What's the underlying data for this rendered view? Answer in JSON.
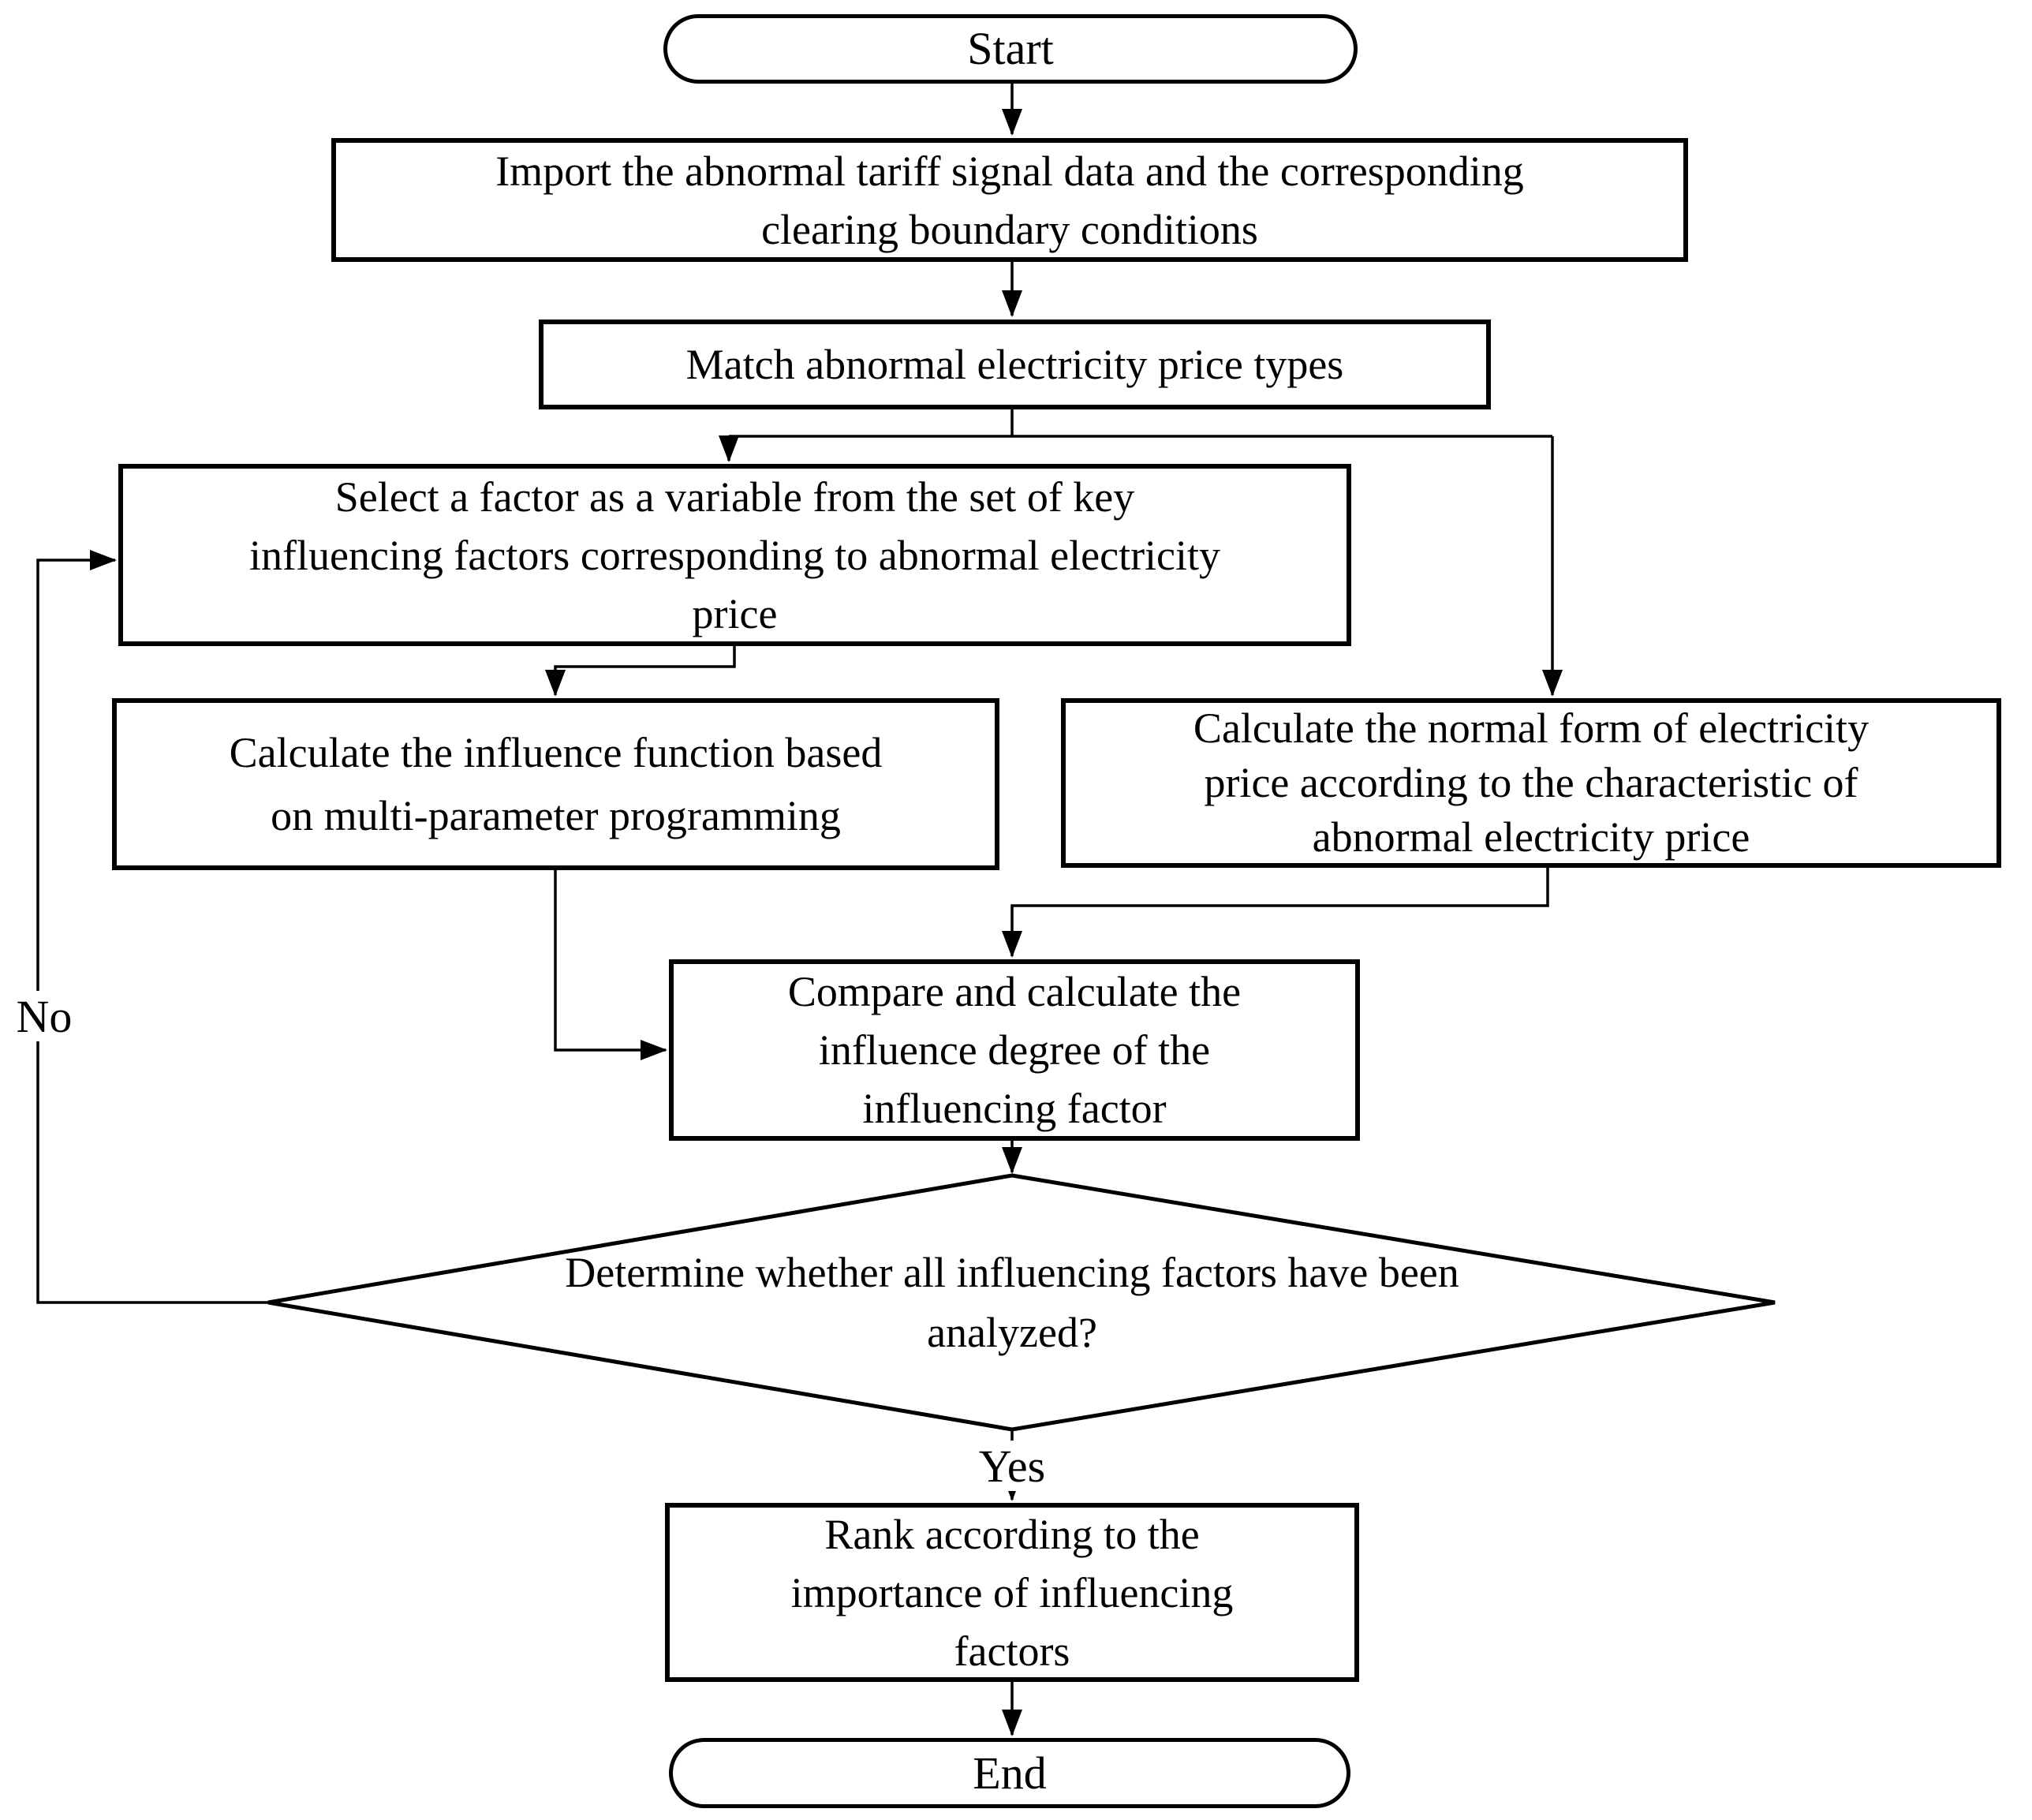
{
  "page": {
    "background": "#ffffff",
    "ink": "#000000"
  },
  "flowchart": {
    "nodes": {
      "start": {
        "type": "terminator",
        "lines": [
          "Start"
        ]
      },
      "import_data": {
        "type": "process",
        "lines": [
          "Import the abnormal tariff signal data and the corresponding",
          "clearing boundary conditions"
        ]
      },
      "match_types": {
        "type": "process",
        "lines": [
          "Match abnormal electricity price types"
        ]
      },
      "select_factor": {
        "type": "process",
        "lines": [
          "Select a factor as a variable from the set of key",
          "influencing factors corresponding to abnormal electricity",
          "price"
        ]
      },
      "calc_influence": {
        "type": "process",
        "lines": [
          "Calculate the influence function based",
          "on multi-parameter programming"
        ]
      },
      "calc_normal": {
        "type": "process",
        "lines": [
          "Calculate the normal form of electricity",
          "price according to the characteristic of",
          "abnormal electricity price"
        ]
      },
      "compare": {
        "type": "process",
        "lines": [
          "Compare and calculate the",
          "influence degree of the",
          "influencing factor"
        ]
      },
      "decision": {
        "type": "decision",
        "lines": [
          "Determine whether all influencing factors have been",
          "analyzed?"
        ]
      },
      "rank": {
        "type": "process",
        "lines": [
          "Rank according to the",
          "importance of influencing",
          "factors"
        ]
      },
      "end": {
        "type": "terminator",
        "lines": [
          "End"
        ]
      }
    },
    "branch_labels": {
      "yes": "Yes",
      "no": "No"
    }
  }
}
